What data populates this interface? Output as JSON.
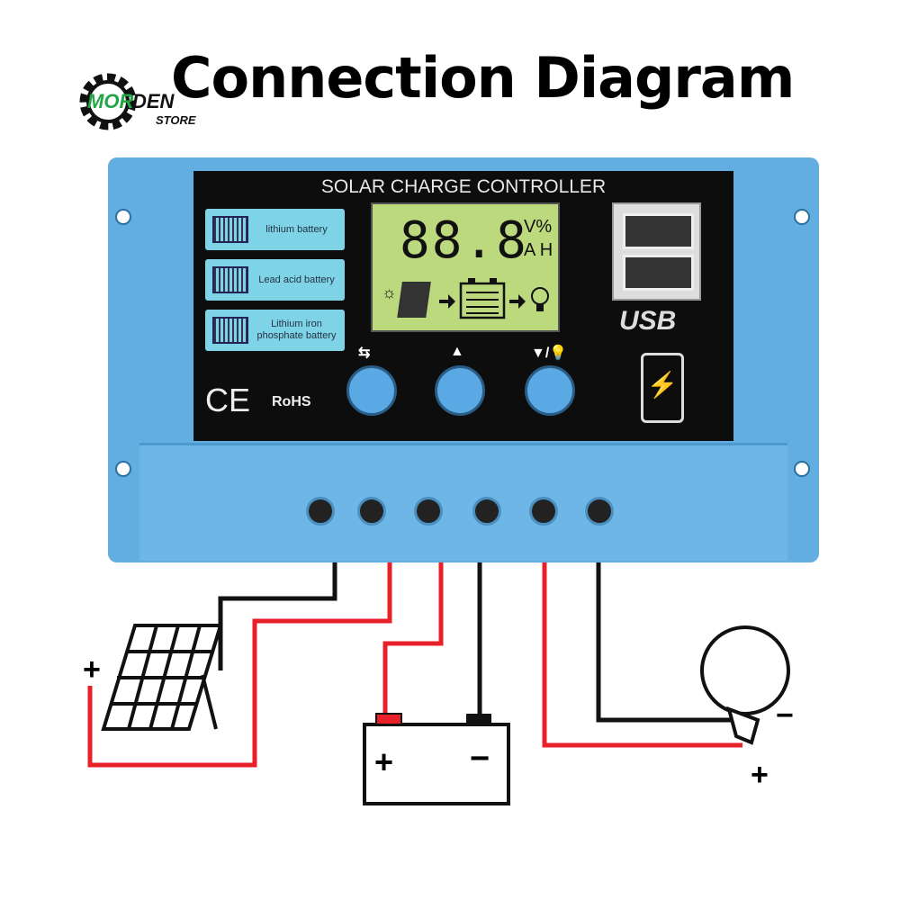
{
  "title": "Connection Diagram",
  "logo": {
    "brand": "MORDEN",
    "sub": "STORE"
  },
  "controller": {
    "name": "SOLAR CHARGE CONTROLLER",
    "modes": [
      {
        "label": "lithium battery"
      },
      {
        "label": "Lead acid battery"
      },
      {
        "label": "Lithium iron phosphate battery"
      }
    ],
    "lcd": {
      "digits": "88.8",
      "units_top": "V%",
      "units_bottom": "A H"
    },
    "buttons": [
      {
        "icon": "menu-icon",
        "glyph": "⇆"
      },
      {
        "icon": "up-plus-icon",
        "glyph": "▲"
      },
      {
        "icon": "down-light-icon",
        "glyph": "▼/💡"
      }
    ],
    "usb_label": "USB",
    "certs": {
      "ce": "CE",
      "rohs": "RoHS"
    }
  },
  "diagram": {
    "panel_plus": "+",
    "battery_plus": "+",
    "battery_minus": "−",
    "bulb_minus": "−",
    "bulb_plus": "+"
  },
  "colors": {
    "body": "#62aee0",
    "wire_red": "#e8202a",
    "wire_black": "#111111",
    "lcd": "#bcd97e"
  }
}
